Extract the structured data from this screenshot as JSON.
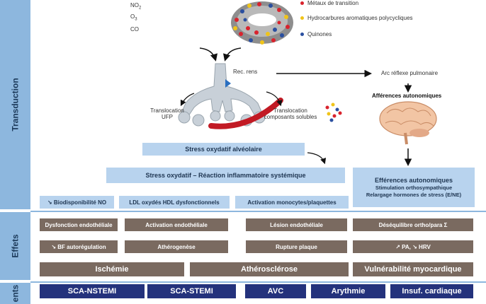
{
  "sidebar": {
    "transduction": "Transduction",
    "effets": "Effets",
    "bottom_label": "ents"
  },
  "gases": [
    "NO",
    "O",
    "CO"
  ],
  "gas_subscripts": [
    "2",
    "3",
    ""
  ],
  "legend": [
    {
      "label": "Métaux de transition",
      "color": "#d9232d"
    },
    {
      "label": "Hydrocarbures aromatiques polycycliques",
      "color": "#f0c419"
    },
    {
      "label": "Quinones",
      "color": "#2a4fa0"
    }
  ],
  "lung": {
    "receptors": "Rec. rens",
    "translocation_ufp": "Translocation\nUFP",
    "translocation_solubles": "Translocation\ncomposants solubles"
  },
  "reflex": {
    "arc": "Arc réflexe pulmonaire",
    "afferences": "Afférences autonomiques"
  },
  "stress": {
    "alveolar": "Stress oxydatif alvéolaire",
    "systemic": "Stress oxydatif – Réaction inflammatoire systémique"
  },
  "efferences": {
    "title": "Efférences autonomiques",
    "line1": "Stimulation orthosympathique",
    "line2": "Relargage hormones de stress (E/NE)"
  },
  "mechanisms": [
    "↘ Biodisponibilité NO",
    "LDL oxydés HDL dysfonctionnels",
    "Activation monocytes/plaquettes"
  ],
  "effects_row1": [
    "Dysfonction endothéliale",
    "Activation endothéliale",
    "Lésion endothéliale",
    "Déséquilibre ortho/para Σ"
  ],
  "effects_row2": [
    "↘ BF autorégulation",
    "Athérogenèse",
    "Rupture plaque",
    "↗ PA, ↘ HRV"
  ],
  "effects_row3": [
    "Ischémie",
    "Athérosclérose",
    "Vulnérabilité myocardique"
  ],
  "events": [
    "SCA-NSTEMI",
    "SCA-STEMI",
    "AVC",
    "Arythmie",
    "Insuf. cardiaque"
  ]
}
